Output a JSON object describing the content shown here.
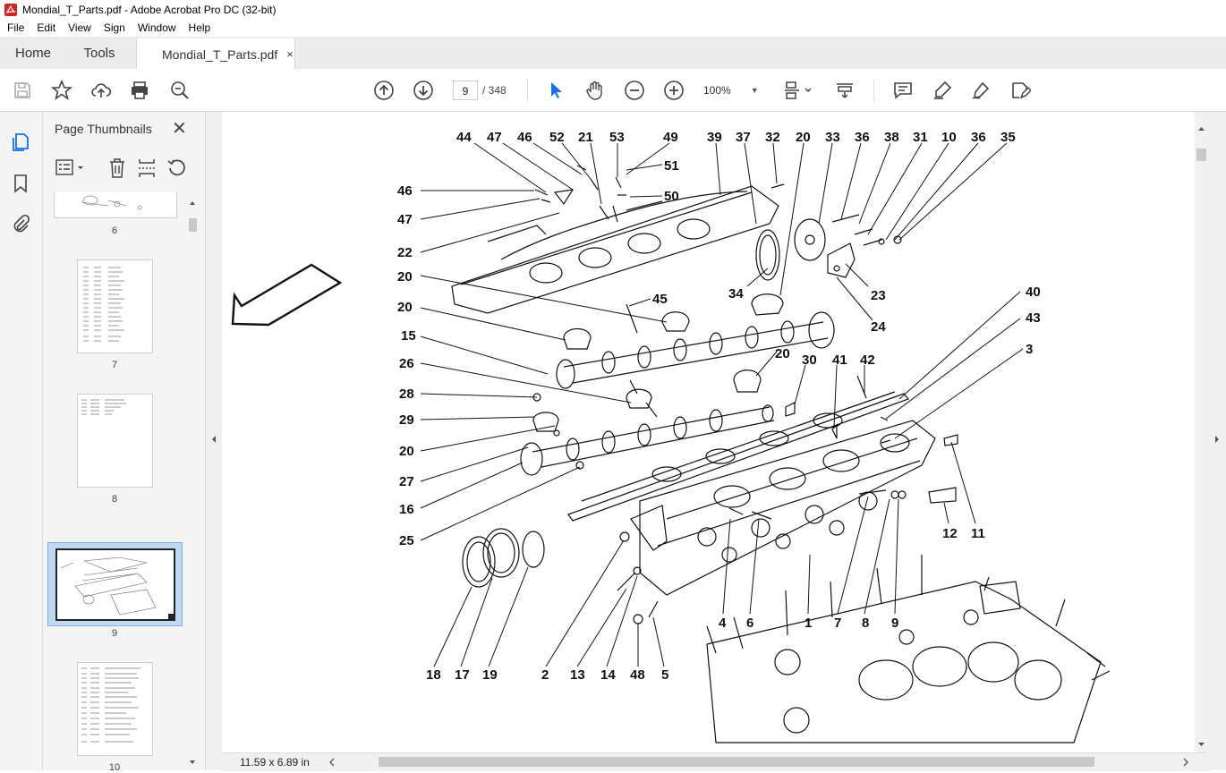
{
  "window": {
    "title": "Mondial_T_Parts.pdf - Adobe Acrobat Pro DC (32-bit)"
  },
  "menu": [
    "File",
    "Edit",
    "View",
    "Sign",
    "Window",
    "Help"
  ],
  "tabs": {
    "home": "Home",
    "tools": "Tools",
    "document": "Mondial_T_Parts.pdf",
    "close": "×"
  },
  "toolbar": {
    "current_page": "9",
    "page_total": "/  348",
    "zoom": "100%"
  },
  "panel": {
    "title": "Page Thumbnails",
    "close": "✕"
  },
  "thumbnails": [
    {
      "label": "6"
    },
    {
      "label": "7"
    },
    {
      "label": "8"
    },
    {
      "label": "9",
      "selected": true
    },
    {
      "label": "10"
    }
  ],
  "status": {
    "page_size": "11.59 x 6.89 in"
  },
  "diagram": {
    "callouts": [
      "44",
      "47",
      "46",
      "52",
      "21",
      "53",
      "49",
      "39",
      "37",
      "32",
      "20",
      "33",
      "36",
      "38",
      "31",
      "10",
      "36",
      "35",
      "51",
      "50",
      "46",
      "47",
      "22",
      "20",
      "45",
      "34",
      "23",
      "24",
      "20",
      "15",
      "26",
      "28",
      "29",
      "20",
      "27",
      "16",
      "25",
      "40",
      "43",
      "3",
      "20",
      "30",
      "41",
      "42",
      "12",
      "11",
      "18",
      "17",
      "19",
      "2",
      "13",
      "14",
      "48",
      "5",
      "4",
      "6",
      "1",
      "7",
      "8",
      "9"
    ]
  }
}
